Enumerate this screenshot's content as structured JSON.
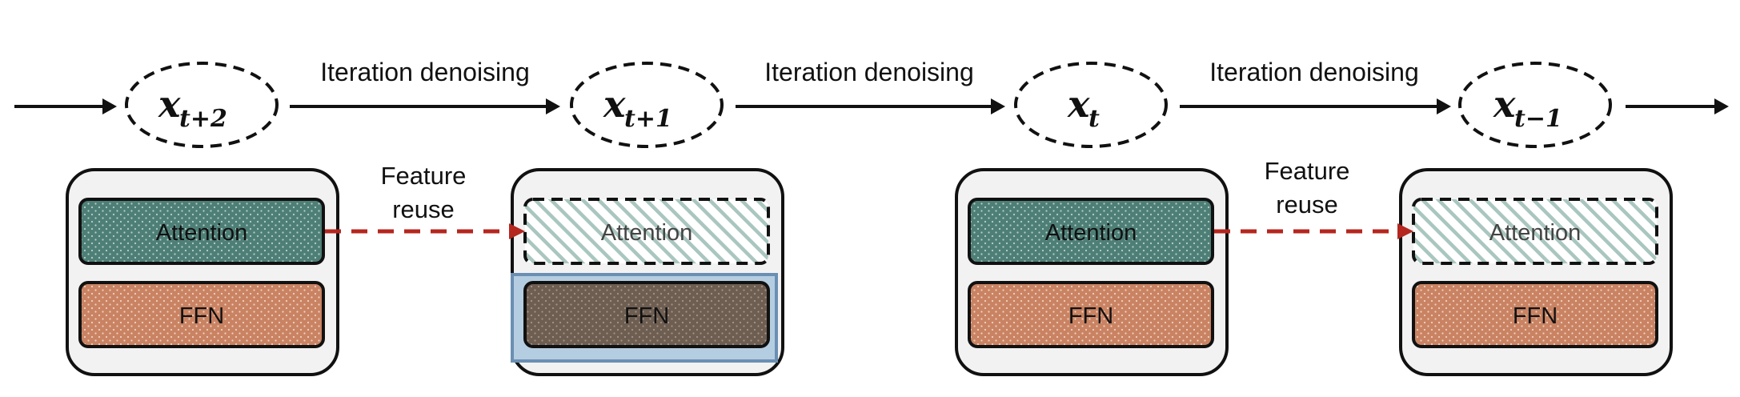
{
  "timeline": {
    "iteration_label": "Iteration denoising",
    "states": [
      {
        "base": "x",
        "sub": "t+2"
      },
      {
        "base": "x",
        "sub": "t+1"
      },
      {
        "base": "x",
        "sub": "t"
      },
      {
        "base": "x",
        "sub": "t−1"
      }
    ]
  },
  "blocks": [
    {
      "attention": "Attention",
      "ffn": "FFN",
      "attention_reused": false,
      "ffn_highlight": false
    },
    {
      "attention": "Attention",
      "ffn": "FFN",
      "attention_reused": true,
      "ffn_highlight": true
    },
    {
      "attention": "Attention",
      "ffn": "FFN",
      "attention_reused": false,
      "ffn_highlight": false
    },
    {
      "attention": "Attention",
      "ffn": "FFN",
      "attention_reused": true,
      "ffn_highlight": false
    }
  ],
  "reuse_label": {
    "line1": "Feature",
    "line2": "reuse"
  },
  "colors": {
    "attention": "#4e7f77",
    "ffn": "#c98363",
    "ffn_highlight": "#6e5e52",
    "hatch": "#a9c6bf",
    "reuse_arrow": "#b5261e",
    "highlight_border": "#6a8fb3",
    "block_bg": "#f2f2f2"
  }
}
